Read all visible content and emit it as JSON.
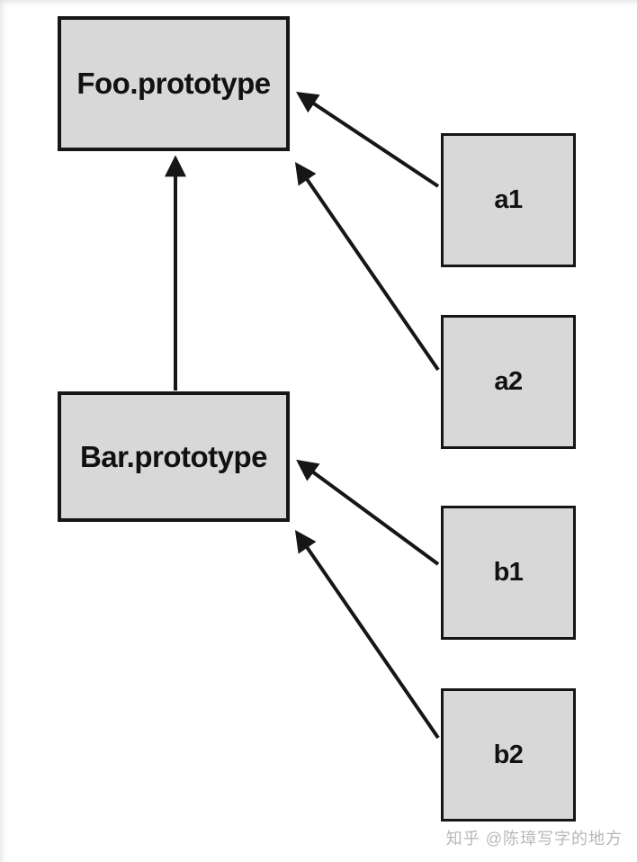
{
  "nodes": {
    "foo_prototype": {
      "label": "Foo.prototype"
    },
    "bar_prototype": {
      "label": "Bar.prototype"
    },
    "a1": {
      "label": "a1"
    },
    "a2": {
      "label": "a2"
    },
    "b1": {
      "label": "b1"
    },
    "b2": {
      "label": "b2"
    }
  },
  "edges": [
    {
      "from": "Bar.prototype",
      "to": "Foo.prototype"
    },
    {
      "from": "a1",
      "to": "Foo.prototype"
    },
    {
      "from": "a2",
      "to": "Foo.prototype"
    },
    {
      "from": "b1",
      "to": "Bar.prototype"
    },
    {
      "from": "b2",
      "to": "Bar.prototype"
    }
  ],
  "colors": {
    "box_fill": "#d8d8d8",
    "box_border": "#161616",
    "arrow": "#161616",
    "background": "#ffffff",
    "watermark_text": "#b5b8ba"
  },
  "watermark": {
    "text": "知乎 @陈璋写字的地方"
  }
}
